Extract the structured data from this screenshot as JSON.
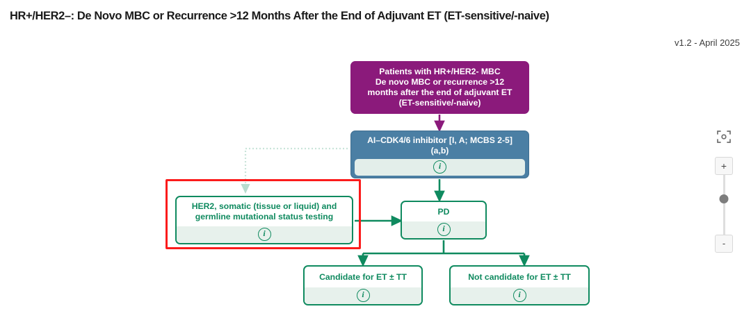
{
  "header": {
    "title": "HR+/HER2–: De Novo MBC or Recurrence >12 Months After the End of Adjuvant ET (ET-sensitive/-naive)",
    "version": "v1.2 - April 2025"
  },
  "colors": {
    "purple": "#8b1a7b",
    "blue": "#4b7fa4",
    "green": "#0f8a5f",
    "selection_red": "#fb1b1b",
    "info_panel": "#e7f1ec",
    "canvas_background": "#ffffff"
  },
  "diagram": {
    "nodes": {
      "patients": {
        "label": "Patients with HR+/HER2- MBC\nDe novo MBC or recurrence >12\nmonths after the end of adjuvant ET\n(ET-sensitive/-naive)",
        "info_icon": "info-icon",
        "has_info_row": false
      },
      "ai_cdk": {
        "label": "AI–CDK4/6 inhibitor [I, A; MCBS 2-5]\n(a,b)",
        "info_icon": "info-icon",
        "has_info_row": true
      },
      "her2": {
        "label": "HER2, somatic (tissue or liquid) and\ngermline mutational status testing",
        "info_icon": "info-icon",
        "has_info_row": true,
        "selected": true
      },
      "pd": {
        "label": "PD",
        "info_icon": "info-icon",
        "has_info_row": true
      },
      "candidate": {
        "label": "Candidate for ET ± TT",
        "info_icon": "info-icon",
        "has_info_row": true
      },
      "not_candidate": {
        "label": "Not candidate for ET ± TT",
        "info_icon": "info-icon",
        "has_info_row": true
      }
    },
    "info_glyph": "i"
  },
  "zoom_controls": {
    "fit_icon": "fit-to-screen-icon",
    "zoom_in_label": "+",
    "zoom_out_label": "-",
    "slider_name": "zoom-slider"
  }
}
